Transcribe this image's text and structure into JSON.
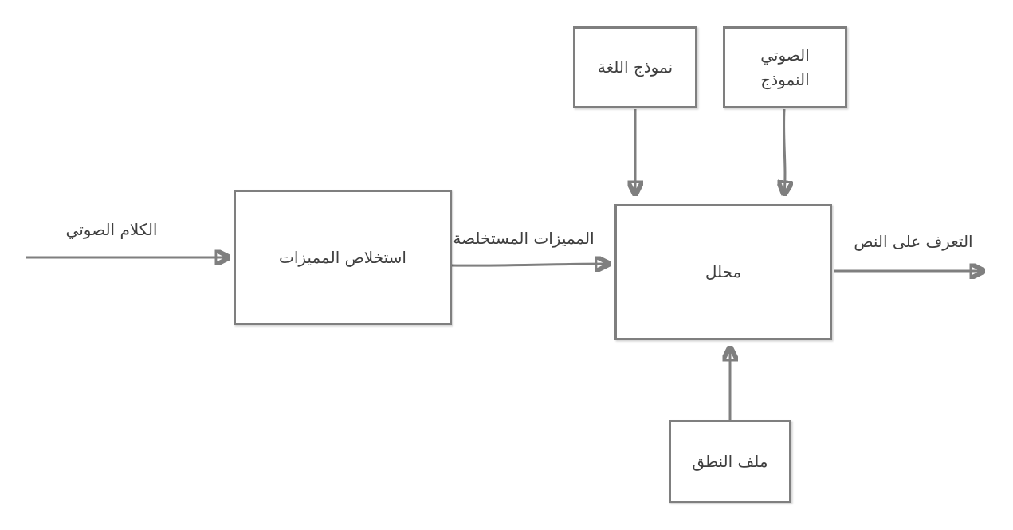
{
  "diagram": {
    "type": "flowchart",
    "language": "ar",
    "nodes": {
      "feature_extraction": {
        "label": "استخلاص المميزات"
      },
      "analyzer": {
        "label": "محلل"
      },
      "language_model": {
        "label": "نموذج اللغة"
      },
      "acoustic_model": {
        "lines": [
          "الصوتي",
          "النموذج"
        ]
      },
      "pronunciation_file": {
        "label": "ملف النطق"
      }
    },
    "edges": {
      "audio_input": {
        "label": "الكلام الصوتي"
      },
      "extracted_features": {
        "label": "المميزات المستخلصة"
      },
      "recognized_text": {
        "label": "التعرف على النص"
      }
    },
    "colors": {
      "line": "#7f7f7f",
      "text": "#3f3f3f",
      "background": "#ffffff"
    }
  }
}
